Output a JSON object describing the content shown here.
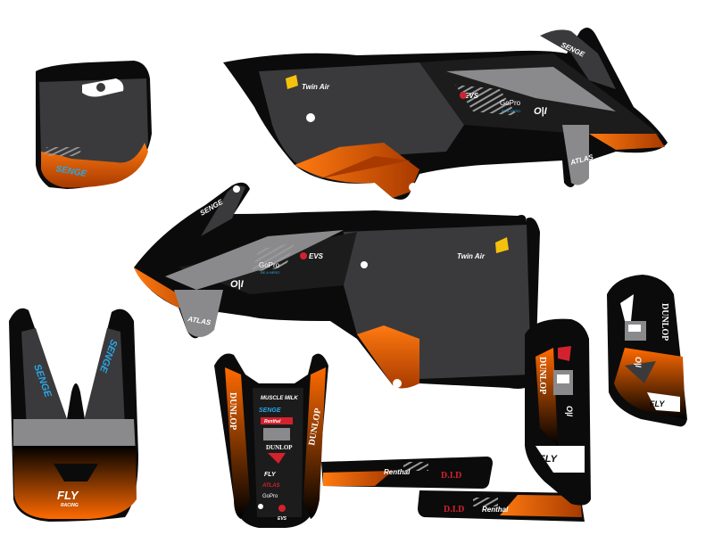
{
  "brands": {
    "senge": "SENGE",
    "twin_air": "Twin Air",
    "evs": "EVS",
    "gopro": "GoPro",
    "gopro_sub": "BE A HERO",
    "oil": "O|I",
    "atlas": "ATLAS",
    "dunlop": "DUNLOP",
    "muscle_milk": "MUSCLE MILK",
    "fly": "FLY",
    "fly_sub": "RACING",
    "renthal": "Renthal",
    "did": "D.I.D"
  },
  "colors": {
    "black": "#0b0b0b",
    "charcoal": "#3a3a3c",
    "grey": "#8a8a8c",
    "light_grey": "#bdbdbd",
    "orange": "#ff6a00",
    "dark_orange": "#b84300",
    "blue": "#2aa7e8",
    "red": "#d2222d",
    "yellow": "#f4c20d"
  }
}
